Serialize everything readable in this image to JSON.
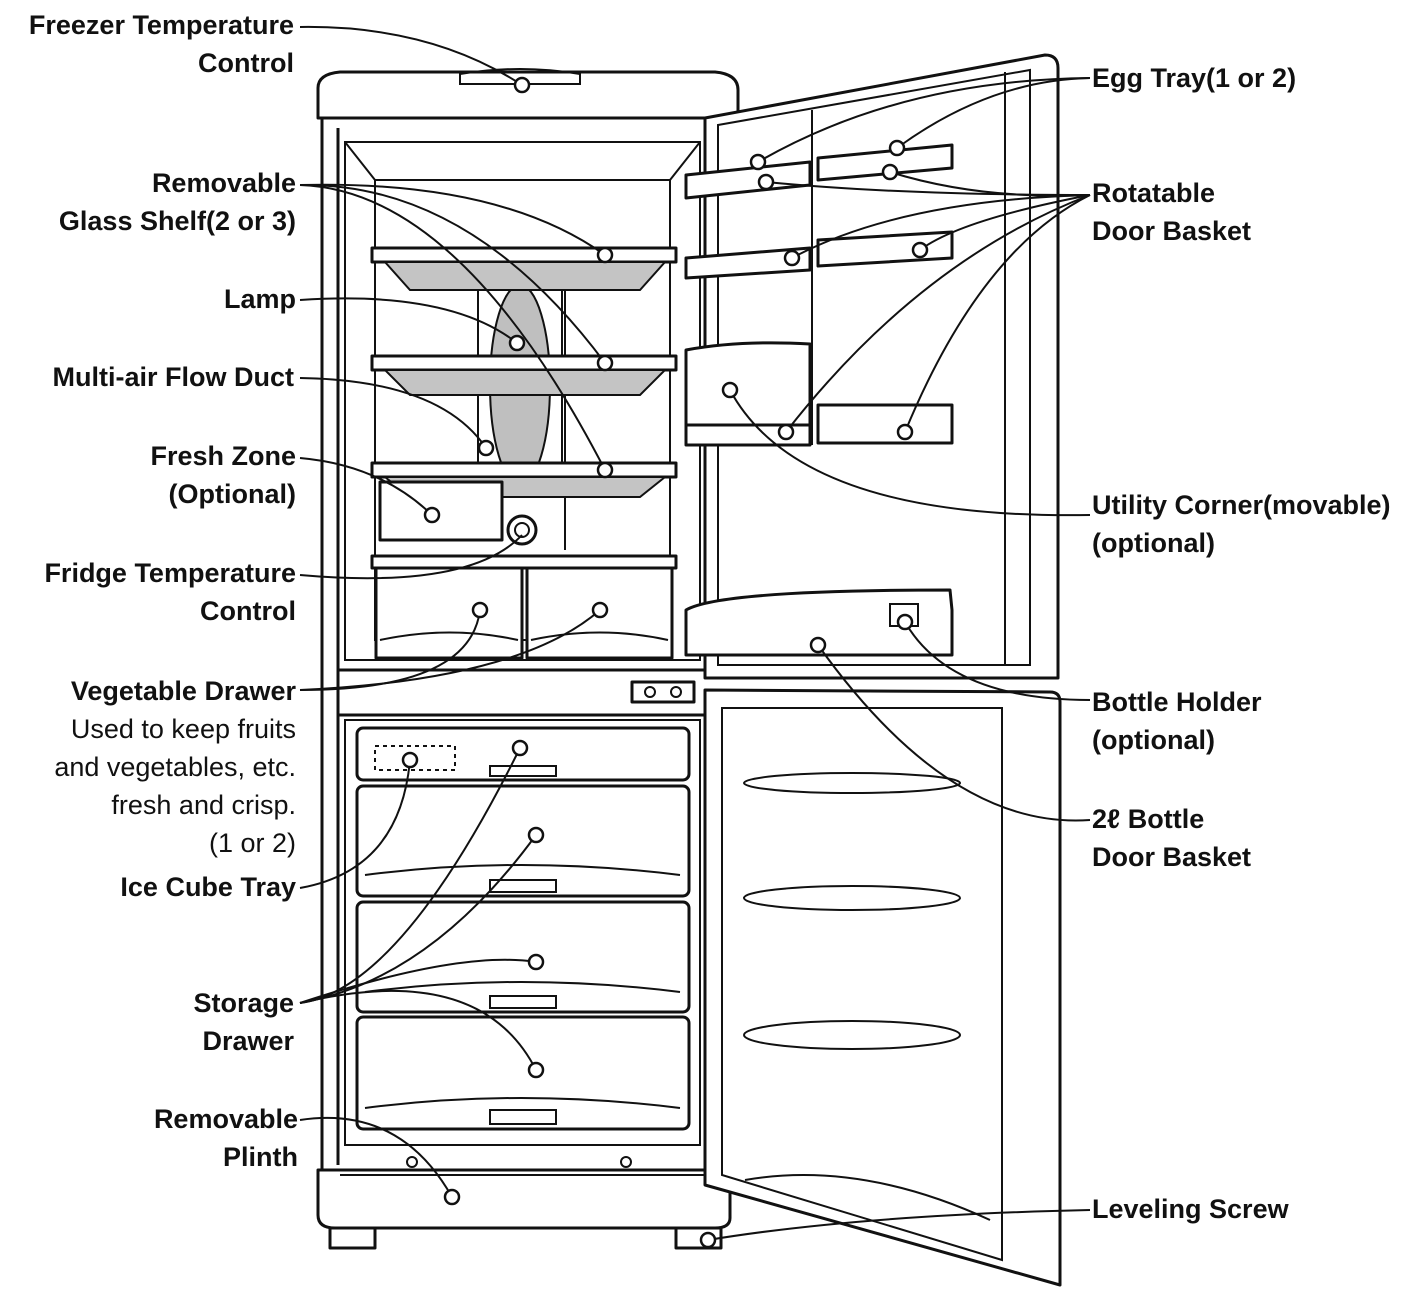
{
  "labels_left": {
    "freezer_temp": [
      "Freezer Temperature",
      "Control"
    ],
    "glass_shelf": [
      "Removable",
      "Glass Shelf(2 or 3)"
    ],
    "lamp": [
      "Lamp"
    ],
    "air_duct": [
      "Multi-air Flow Duct"
    ],
    "fresh_zone": [
      "Fresh Zone",
      "(Optional)"
    ],
    "fridge_temp": [
      "Fridge Temperature",
      "Control"
    ],
    "vegetable_drawer": [
      "Vegetable Drawer"
    ],
    "vegetable_desc": [
      "Used to keep fruits",
      "and vegetables, etc.",
      "fresh and crisp.",
      "(1 or 2)"
    ],
    "ice_cube": [
      "Ice Cube Tray"
    ],
    "storage_drawer": [
      "Storage",
      "Drawer"
    ],
    "plinth": [
      "Removable",
      "Plinth"
    ]
  },
  "labels_right": {
    "egg_tray": [
      "Egg Tray(1 or 2)"
    ],
    "door_basket": [
      "Rotatable",
      "Door Basket"
    ],
    "utility_corner": [
      "Utility Corner(movable)",
      "(optional)"
    ],
    "bottle_holder": [
      "Bottle Holder",
      "(optional)"
    ],
    "bottle_basket": [
      "2ℓ Bottle",
      "Door Basket"
    ],
    "leveling_screw": [
      "Leveling Screw"
    ]
  },
  "colors": {
    "line": "#111111",
    "shade": "#c8c8c8",
    "glass": "#bdbdbd"
  }
}
